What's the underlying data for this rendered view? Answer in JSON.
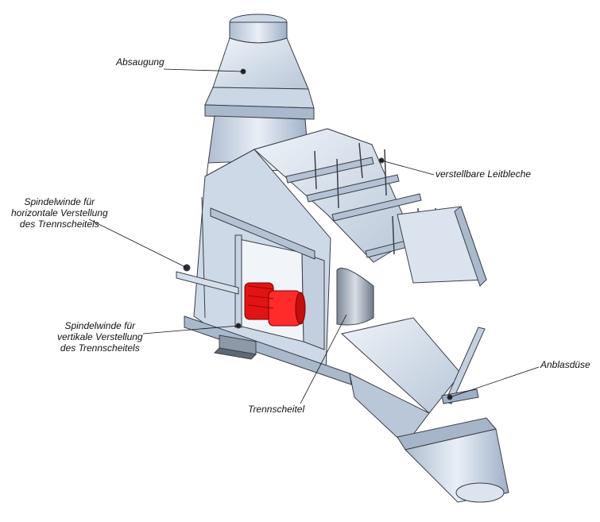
{
  "labels": {
    "absaugung": "Absaugung",
    "leitbleche": "verstellbare Leitbleche",
    "spindel_horizontal": "Spindelwinde für\nhorizontale Verstellung\ndes Trennscheitels",
    "spindel_vertikal": "Spindelwinde für\nvertikale Verstellung\ndes Trennscheitels",
    "anblasduese": "Anblasdüse",
    "trennscheitel": "Trennscheitel"
  },
  "colors": {
    "steel_light": "#dfe7f1",
    "steel_mid": "#bccadb",
    "steel_dark": "#8fa1b8",
    "outline": "#3a3f47",
    "motor_red": "#e01414",
    "label_text": "#111111"
  }
}
